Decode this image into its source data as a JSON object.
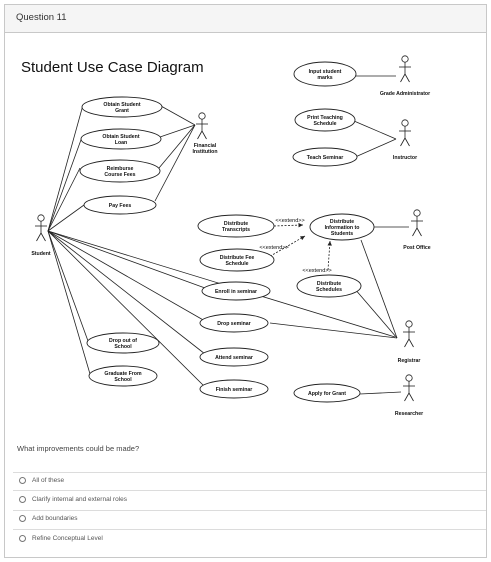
{
  "question": {
    "title": "Question 11",
    "prompt": "What improvements could be made?"
  },
  "diagram": {
    "title": "Student Use Case Diagram",
    "actors": {
      "student": "Student",
      "financial_institution": "Financial Institution",
      "grade_administrator": "Grade Administrator",
      "instructor": "Instructor",
      "post_office": "Post Office",
      "registrar": "Registrar",
      "researcher": "Researcher"
    },
    "use_cases": {
      "obtain_grant": [
        "Obtain Student",
        "Grant"
      ],
      "obtain_loan": [
        "Obtain Student",
        "Loan"
      ],
      "reimburse": [
        "Reimburse",
        "Course Fees"
      ],
      "pay_fees": [
        "Pay Fees"
      ],
      "drop_out": [
        "Drop out of",
        "School"
      ],
      "graduate": [
        "Graduate From",
        "School"
      ],
      "distribute_transcripts": [
        "Distribute",
        "Transcripts"
      ],
      "distribute_fee_schedule": [
        "Distribute Fee",
        "Schedule"
      ],
      "enroll": [
        "Enroll in seminar"
      ],
      "drop_seminar": [
        "Drop seminar"
      ],
      "attend": [
        "Attend seminar"
      ],
      "finish": [
        "Finish seminar"
      ],
      "input_marks": [
        "Input student",
        "marks"
      ],
      "print_schedule": [
        "Print Teaching",
        "Schedule"
      ],
      "teach": [
        "Teach Seminar"
      ],
      "distribute_info": [
        "Distribute",
        "Information to",
        "Students"
      ],
      "distribute_schedules": [
        "Distribute",
        "Schedules"
      ],
      "apply_grant": [
        "Apply for Grant"
      ]
    },
    "extend_label": "<<extend>>"
  },
  "options": [
    "All of these",
    "Clarify internal and external roles",
    "Add boundaries",
    "Refine Conceptual Level"
  ]
}
